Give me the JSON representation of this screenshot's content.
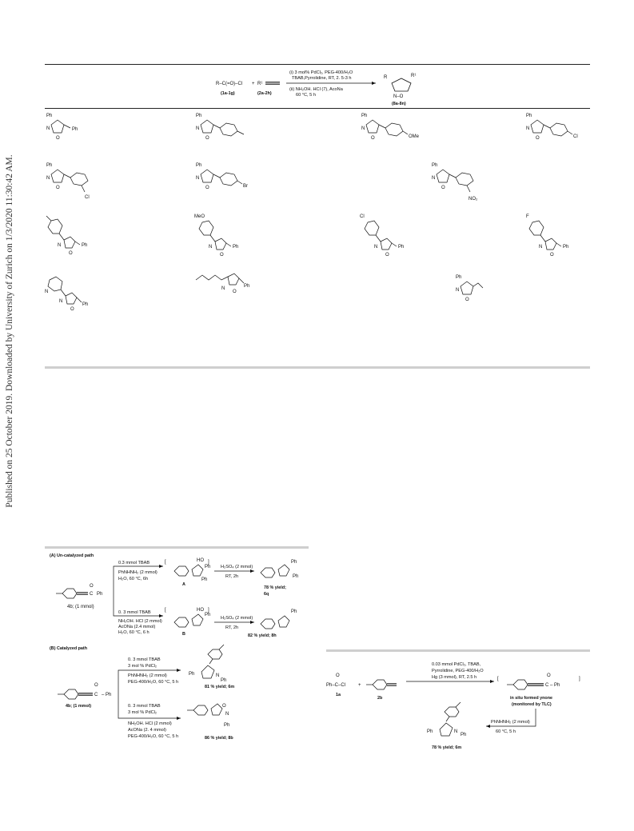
{
  "side_note": "Published on 25 October 2019. Downloaded by University of Zurich on 1/3/2020 11:30:42 AM.",
  "table": {
    "reactant1": "R–C(=O)–Cl",
    "reactant1_label": "(1a-1g)",
    "plus": "+",
    "reactant2": "R¹",
    "reactant2_label": "(2a-2h)",
    "conditions": [
      "(i) 3 mol% PdCl₂, PEG-400/H₂O",
      "TBAB,Pyrrolidine, RT, 2. 5-3 h",
      "(ii) NH₂OH. HCl (7), AcoNa",
      "60 °C, 5 h"
    ],
    "product_label": "(8a-8n)",
    "product_R": "R",
    "product_R1": "R¹",
    "product_ring": "N–O",
    "compounds": [
      {
        "top": "Ph",
        "sub": "Ph"
      },
      {
        "top": "Ph",
        "sub": ""
      },
      {
        "top": "Ph",
        "sub": "OMe"
      },
      {
        "top": "Ph",
        "sub": "Cl"
      },
      {
        "top": "Ph",
        "sub": "Cl"
      },
      {
        "top": "Ph",
        "sub": "Br"
      },
      {
        "top": "Ph",
        "sub": "NO₂"
      },
      {
        "top": "",
        "sub": "Ph"
      },
      {
        "top": "MeO",
        "sub": "Ph"
      },
      {
        "top": "Cl",
        "sub": "Ph"
      },
      {
        "top": "F",
        "sub": "Ph"
      },
      {
        "top": "N",
        "sub": "Ph"
      },
      {
        "top": "",
        "sub": "Ph"
      },
      {
        "top": "Ph",
        "sub": ""
      }
    ]
  },
  "scheme1": {
    "section_a": "(A) Un-catalyzed path",
    "section_b": "(B) Catalyzed path",
    "start": "4b; (1 mmol)",
    "start_b": "4b; (1 mmol)",
    "ph": "Ph",
    "a1_cond": [
      "0.3 mmol TBAB",
      "PhNHNH₂ (2 mmol)",
      "H₂O, 60 °C, 6h"
    ],
    "a1_int": "A",
    "a1_cond2": [
      "H₂SO₄ (2 mmol)",
      "RT, 2h"
    ],
    "a1_yield": [
      "78 % yield;",
      "6q"
    ],
    "a2_cond": [
      "0. 3 mmol TBAB",
      "NH₂OH. HCl (2 mmol)",
      "AcONa (2.4 mmol)",
      "H₂O, 60 °C, 6 h"
    ],
    "a2_int": "B",
    "a2_cond2": [
      "H₂SO₄ (2 mmol)",
      "RT, 2h"
    ],
    "a2_yield": "82 % yield; 8h",
    "b1_cond": [
      "0. 3 mmol TBAB",
      "3 mol % PdCl₂",
      "PhNHNH₂ (2 mmol)",
      "PEG-400/H₂O, 60 °C, 5 h"
    ],
    "b1_yield": "81 % yield; 6m",
    "b2_cond": [
      "0. 3 mmol TBAB",
      "3 mol % PdCl₂",
      "NH₂OH. HCl (2 mmol)",
      "AcONa (2. 4 mmol)",
      "PEG-400/H₂O, 60 °C, 5 h"
    ],
    "b2_yield": "86 % yield; 8b"
  },
  "scheme2": {
    "reagent": "Ph–C–Cl",
    "reagent_label": "1a",
    "alkyne_label": "2b",
    "conditions": [
      "0.03 mmol PdCl₂, TBAB,",
      "Pyrrolidine, PEG-400/H₂O",
      "Hg (3 mmol), RT, 2.5 h"
    ],
    "intermediate_note": [
      "in situ formed ynone",
      "(monitored by TLC)"
    ],
    "cond2": [
      "PhNHNH₂ (2 mmol)",
      "60 °C, 5 h"
    ],
    "yield": "78 % yield; 6m",
    "ph": "Ph"
  }
}
